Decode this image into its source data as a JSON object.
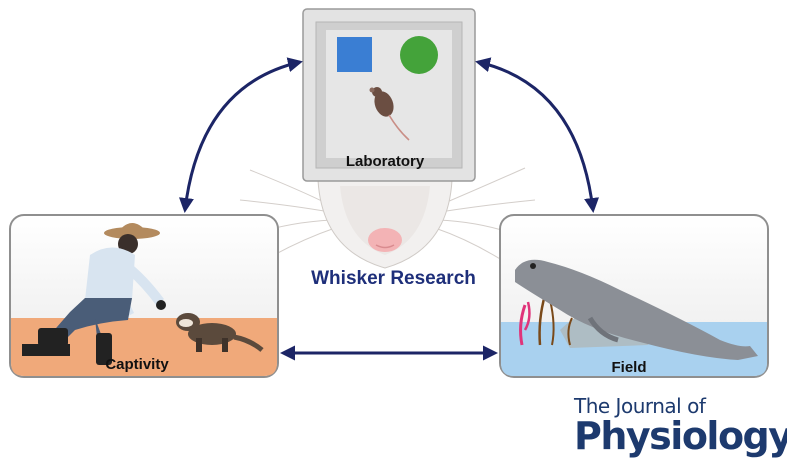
{
  "title": "Whisker Research",
  "panels": {
    "laboratory": "Laboratory",
    "captivity": "Captivity",
    "field": "Field"
  },
  "journal": {
    "line1": "The Journal of",
    "line2": "Physiology"
  },
  "colors": {
    "arrow": "#1c2566",
    "title": "#1e2f7a",
    "journal": "#1d3a6e",
    "square": "#3a7ed3",
    "circle": "#44a33a",
    "captivity_ground": "#f0a97a",
    "field_water": "#a9d1ef"
  }
}
